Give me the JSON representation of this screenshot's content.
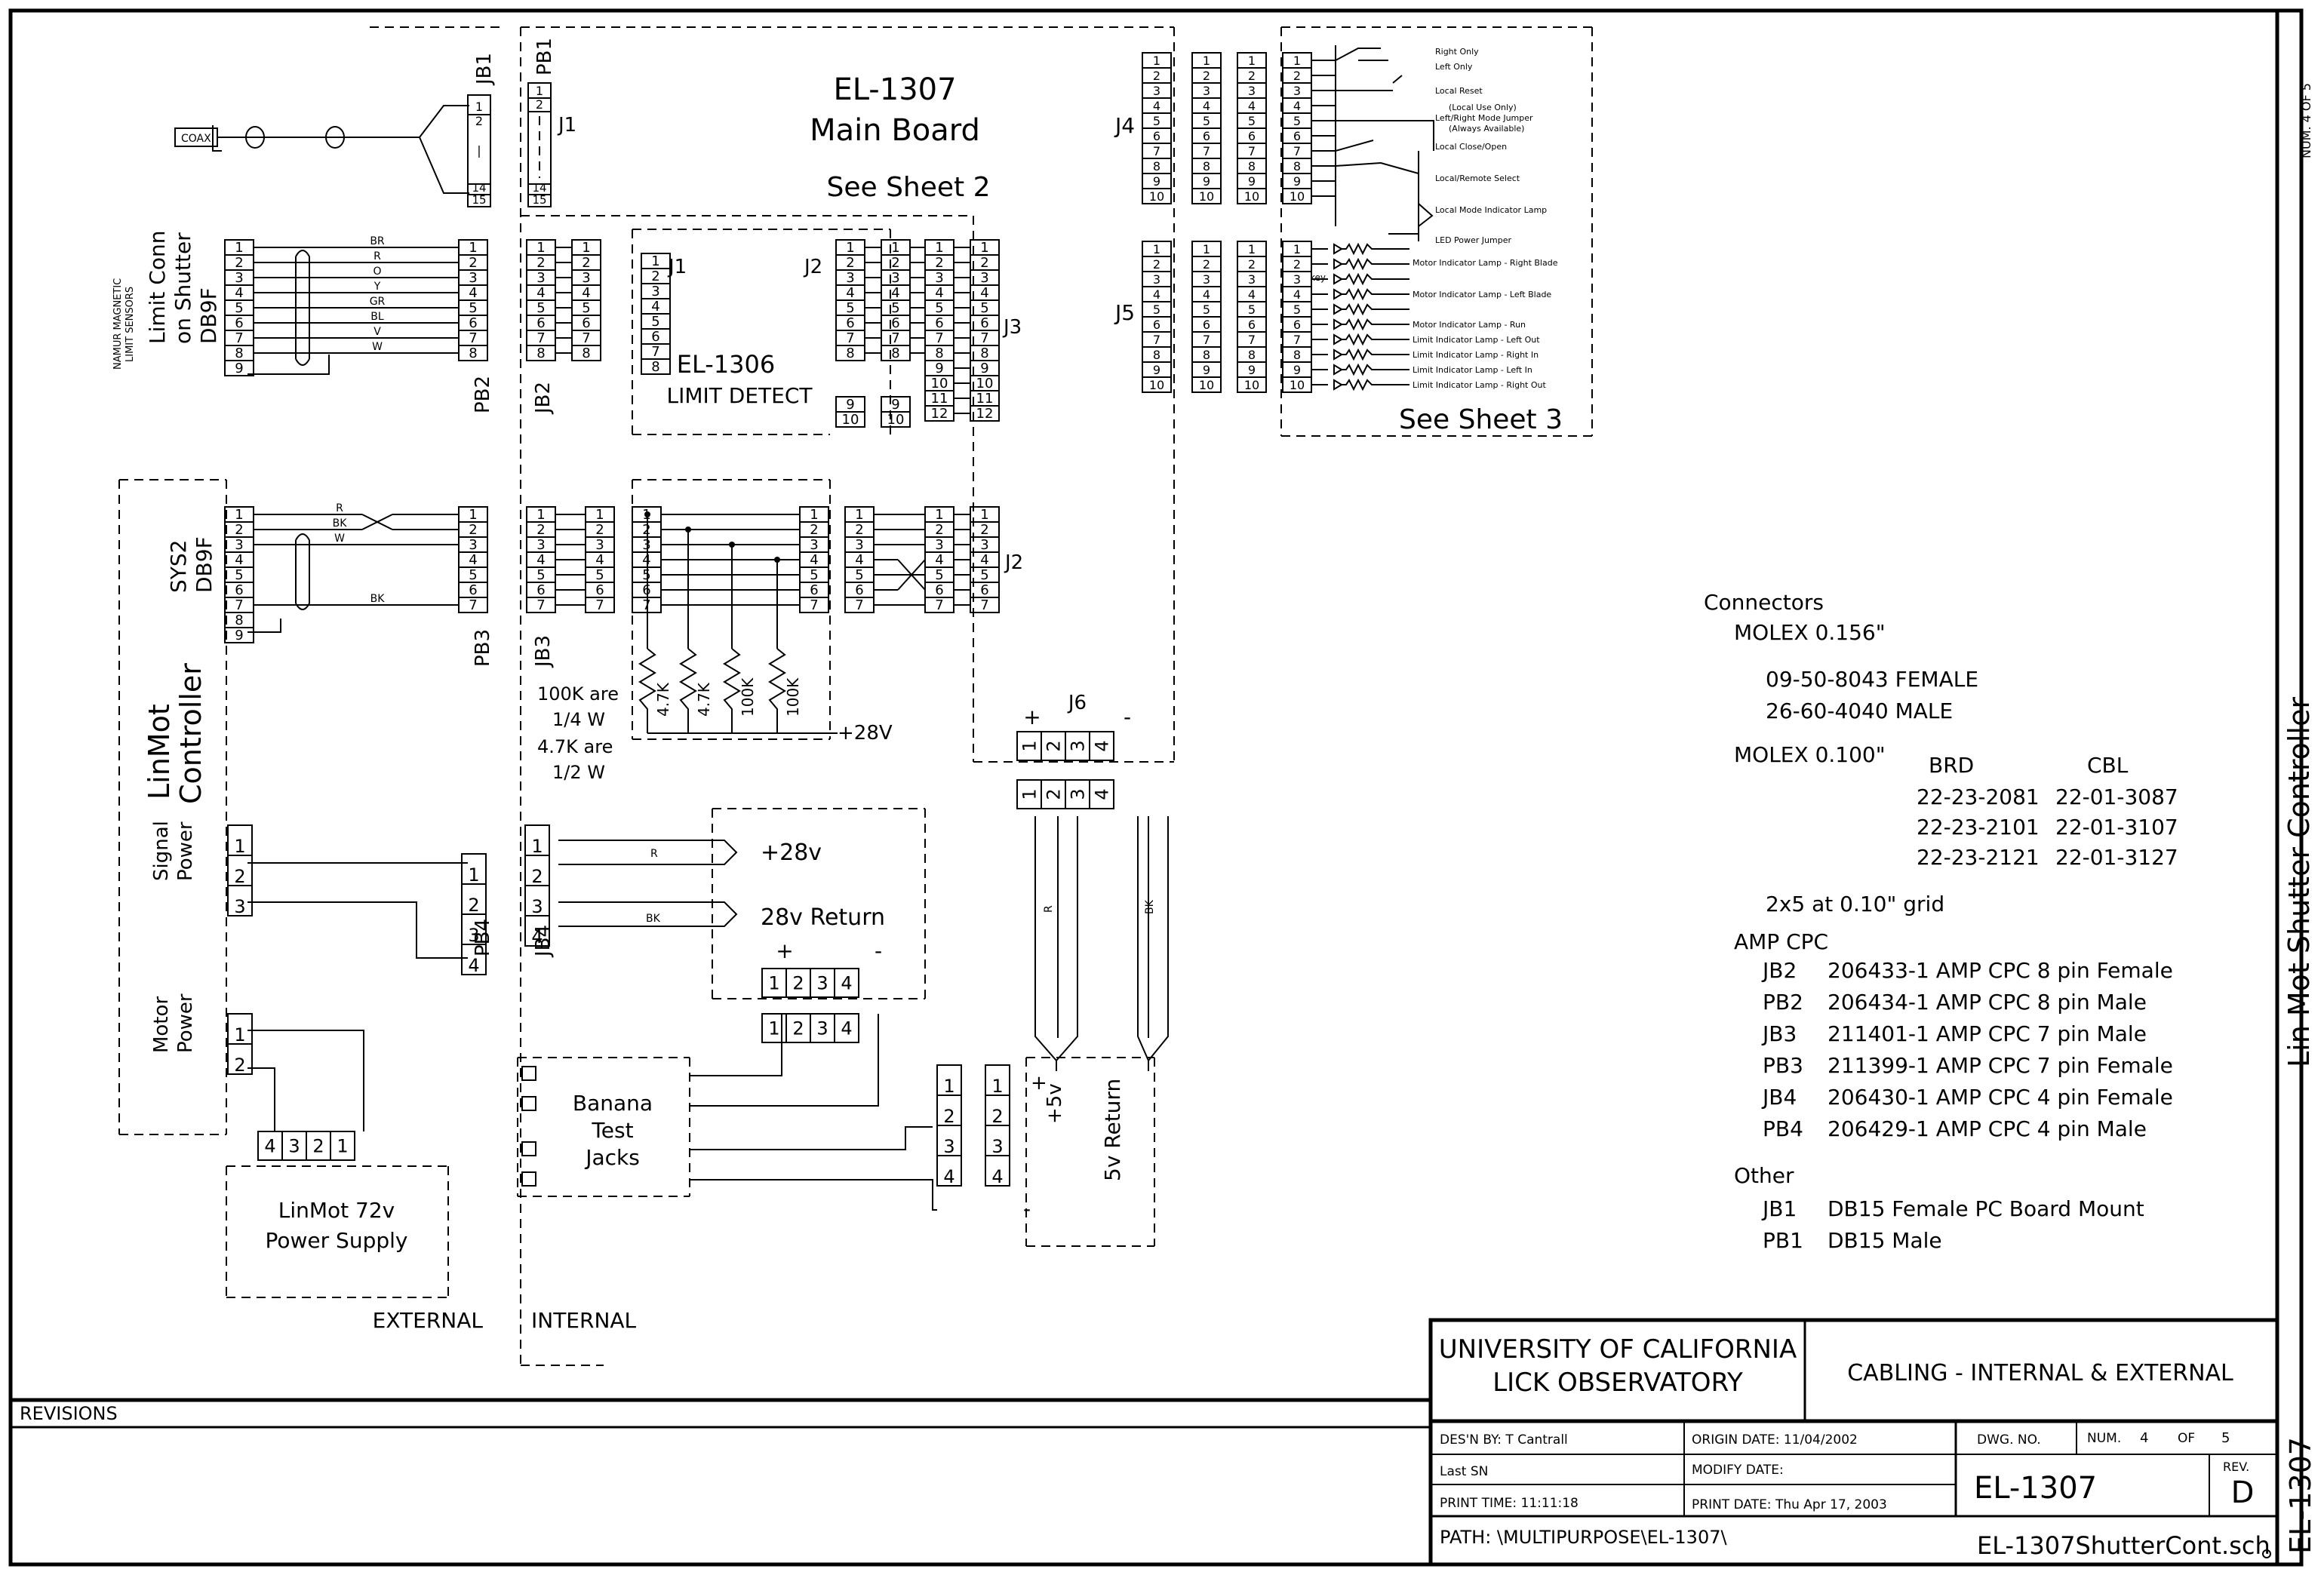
{
  "board": {
    "line1": "EL-1307",
    "line2": "Main Board",
    "see": "See Sheet 2",
    "j1": "J1"
  },
  "limit_board": {
    "title": "EL-1306",
    "subtitle": "LIMIT DETECT",
    "j1": "J1",
    "j2": "J2",
    "j3": "J3"
  },
  "labels": {
    "jb1": "JB1",
    "pb1": "PB1",
    "jb2": "JB2",
    "pb2": "PB2",
    "jb3": "JB3",
    "pb3": "PB3",
    "jb4": "JB4",
    "pb4": "PB4",
    "j2": "J2",
    "j4": "J4",
    "j5": "J5",
    "j6": "J6",
    "coax": "COAX",
    "limit_conn": [
      "Limit Conn",
      "on Shutter",
      "DB9F"
    ],
    "namur": [
      "NAMUR MAGNETIC",
      "LIMIT SENSORS"
    ],
    "sys2": [
      "SYS2",
      "DB9F"
    ],
    "linmot": [
      "LinMot",
      "Controller"
    ],
    "signal_power": [
      "Signal",
      "Power"
    ],
    "motor_power": [
      "Motor",
      "Power"
    ],
    "supply": [
      "LinMot 72v",
      "Power Supply"
    ],
    "banana": [
      "Banana",
      "Test",
      "Jacks"
    ],
    "see3": "See Sheet 3",
    "external": "EXTERNAL",
    "internal": "INTERNAL",
    "plus28": "+28v",
    "ret28": "28v Return",
    "plus28v": "+28V",
    "plus5": "+5v",
    "ret5": "5v Return",
    "plus": "+",
    "minus": "-",
    "resistor_note": [
      "100K are",
      "1/4 W",
      "4.7K are",
      "1/2 W"
    ],
    "resistors": [
      "4.7K",
      "4.7K",
      "100K",
      "100K"
    ],
    "colors_limit": [
      "BR",
      "R",
      "O",
      "Y",
      "GR",
      "BL",
      "V",
      "W"
    ],
    "colors_sys2": [
      "R",
      "BK",
      "W",
      "BK"
    ],
    "wire_r": "R",
    "wire_bk": "BK"
  },
  "j4_lines": [
    "Right Only",
    "Left Only",
    "Local Reset",
    "(Local Use Only)",
    "Left/Right Mode Jumper",
    "(Always Available)",
    "Local Close/Open",
    "Local/Remote Select",
    "Local Mode Indicator Lamp",
    "LED Power Jumper"
  ],
  "j5_lines": [
    "Motor Indicator Lamp - Right Blade",
    "Motor Indicator Lamp - Left Blade",
    "Motor Indicator Lamp - Run",
    "Limit Indicator Lamp - Left Out",
    "Limit Indicator Lamp - Right In",
    "Limit Indicator Lamp - Left In",
    "Limit Indicator Lamp - Right Out"
  ],
  "key_label": "key",
  "connectors": {
    "heading": "Connectors",
    "molex156": "MOLEX 0.156\"",
    "parts156": [
      "09-50-8043 FEMALE",
      "26-60-4040 MALE"
    ],
    "molex100": "MOLEX 0.100\"",
    "brd": "BRD",
    "cbl": "CBL",
    "rows100": [
      [
        "22-23-2081",
        "22-01-3087"
      ],
      [
        "22-23-2101",
        "22-01-3107"
      ],
      [
        "22-23-2121",
        "22-01-3127"
      ]
    ],
    "grid": "2x5 at 0.10\" grid",
    "amp": "AMP CPC",
    "amp_rows": [
      [
        "JB2",
        "206433-1 AMP CPC 8 pin Female"
      ],
      [
        "PB2",
        "206434-1 AMP CPC 8 pin Male"
      ],
      [
        "JB3",
        "211401-1 AMP CPC 7 pin Male"
      ],
      [
        "PB3",
        "211399-1 AMP CPC 7 pin Female"
      ],
      [
        "JB4",
        "206430-1 AMP CPC 4 pin Female"
      ],
      [
        "PB4",
        "206429-1 AMP CPC 4 pin Male"
      ]
    ],
    "other": "Other",
    "other_rows": [
      [
        "JB1",
        "DB15 Female PC Board Mount"
      ],
      [
        "PB1",
        "DB15 Male"
      ]
    ]
  },
  "titleblock": {
    "org1": "UNIVERSITY OF CALIFORNIA",
    "org2": "LICK OBSERVATORY",
    "title": "CABLING - INTERNAL & EXTERNAL",
    "designer": "DES'N BY: T Cantrall",
    "origin": "ORIGIN DATE: 11/04/2002",
    "dwg_no_label": "DWG. NO.",
    "num_label": "NUM.",
    "num": "4",
    "of_label": "OF",
    "of": "5",
    "last_sn": "Last SN",
    "modify": "MODIFY DATE:",
    "dwg_no": "EL-1307",
    "rev_label": "REV.",
    "rev": "D",
    "print_time": "PRINT TIME:  11:11:18",
    "print_date": "PRINT DATE:  Thu Apr 17, 2003",
    "path": "PATH: \\MULTIPURPOSE\\EL-1307\\",
    "file": "EL-1307ShutterCont.sch"
  },
  "revisions": "REVISIONS",
  "side": {
    "title": "Lin Mot Shutter Controller",
    "dwg": "EL-1307",
    "num": "NUM. 4 OF 5"
  }
}
